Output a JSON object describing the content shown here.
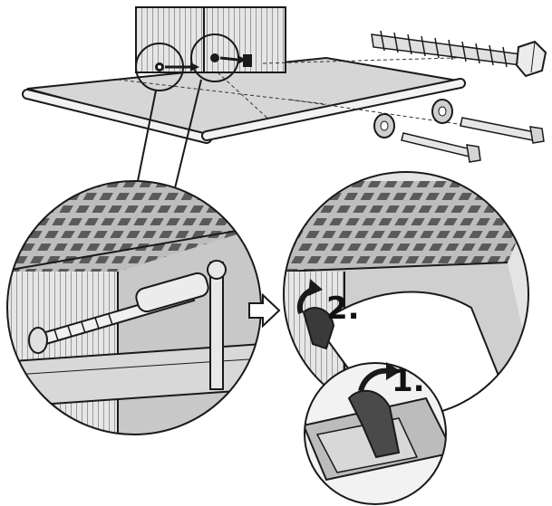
{
  "steps": {
    "step_1": "1.",
    "step_2": "2."
  },
  "colors": {
    "ink": "#1a1a1a",
    "light_gray": "#d9d9d9",
    "mid_gray": "#a8a8a8",
    "dark_gray": "#4a4a4a"
  },
  "icons": {
    "arrow": "hollow-right-arrow",
    "rotate": "curved-arrow"
  }
}
